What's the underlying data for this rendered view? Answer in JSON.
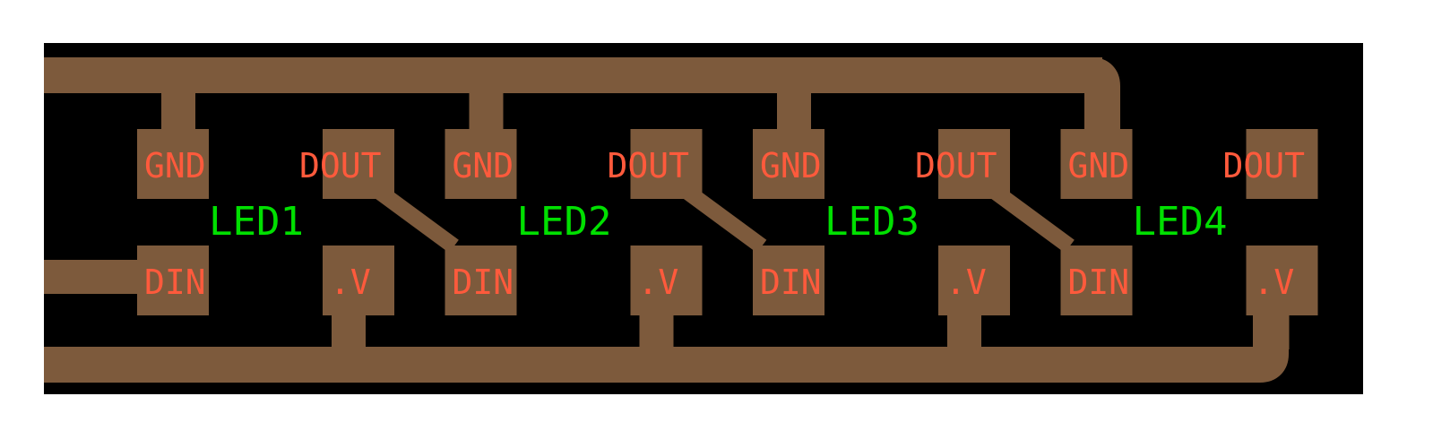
{
  "colors": {
    "background": "#000000",
    "copper": "#7d5a3c",
    "pin_label": "#ff5a3c",
    "pin_label_overflow": "#e00000",
    "ref_label": "#00e000"
  },
  "components": [
    {
      "ref": "LED1",
      "pins": {
        "gnd": "GND",
        "dout": "DOUT",
        "din": "DIN",
        "vcc": ".V"
      }
    },
    {
      "ref": "LED2",
      "pins": {
        "gnd": "GND",
        "dout": "DOUT",
        "din": "DIN",
        "vcc": ".V"
      }
    },
    {
      "ref": "LED3",
      "pins": {
        "gnd": "GND",
        "dout": "DOUT",
        "din": "DIN",
        "vcc": ".V"
      }
    },
    {
      "ref": "LED4",
      "pins": {
        "gnd": "GND",
        "dout": "DOUT",
        "din": "DIN",
        "vcc": ".V"
      }
    }
  ],
  "nets": [
    "GND",
    "VCC",
    "DATA-IN",
    "DOUT1-DIN2",
    "DOUT2-DIN3",
    "DOUT3-DIN4"
  ]
}
